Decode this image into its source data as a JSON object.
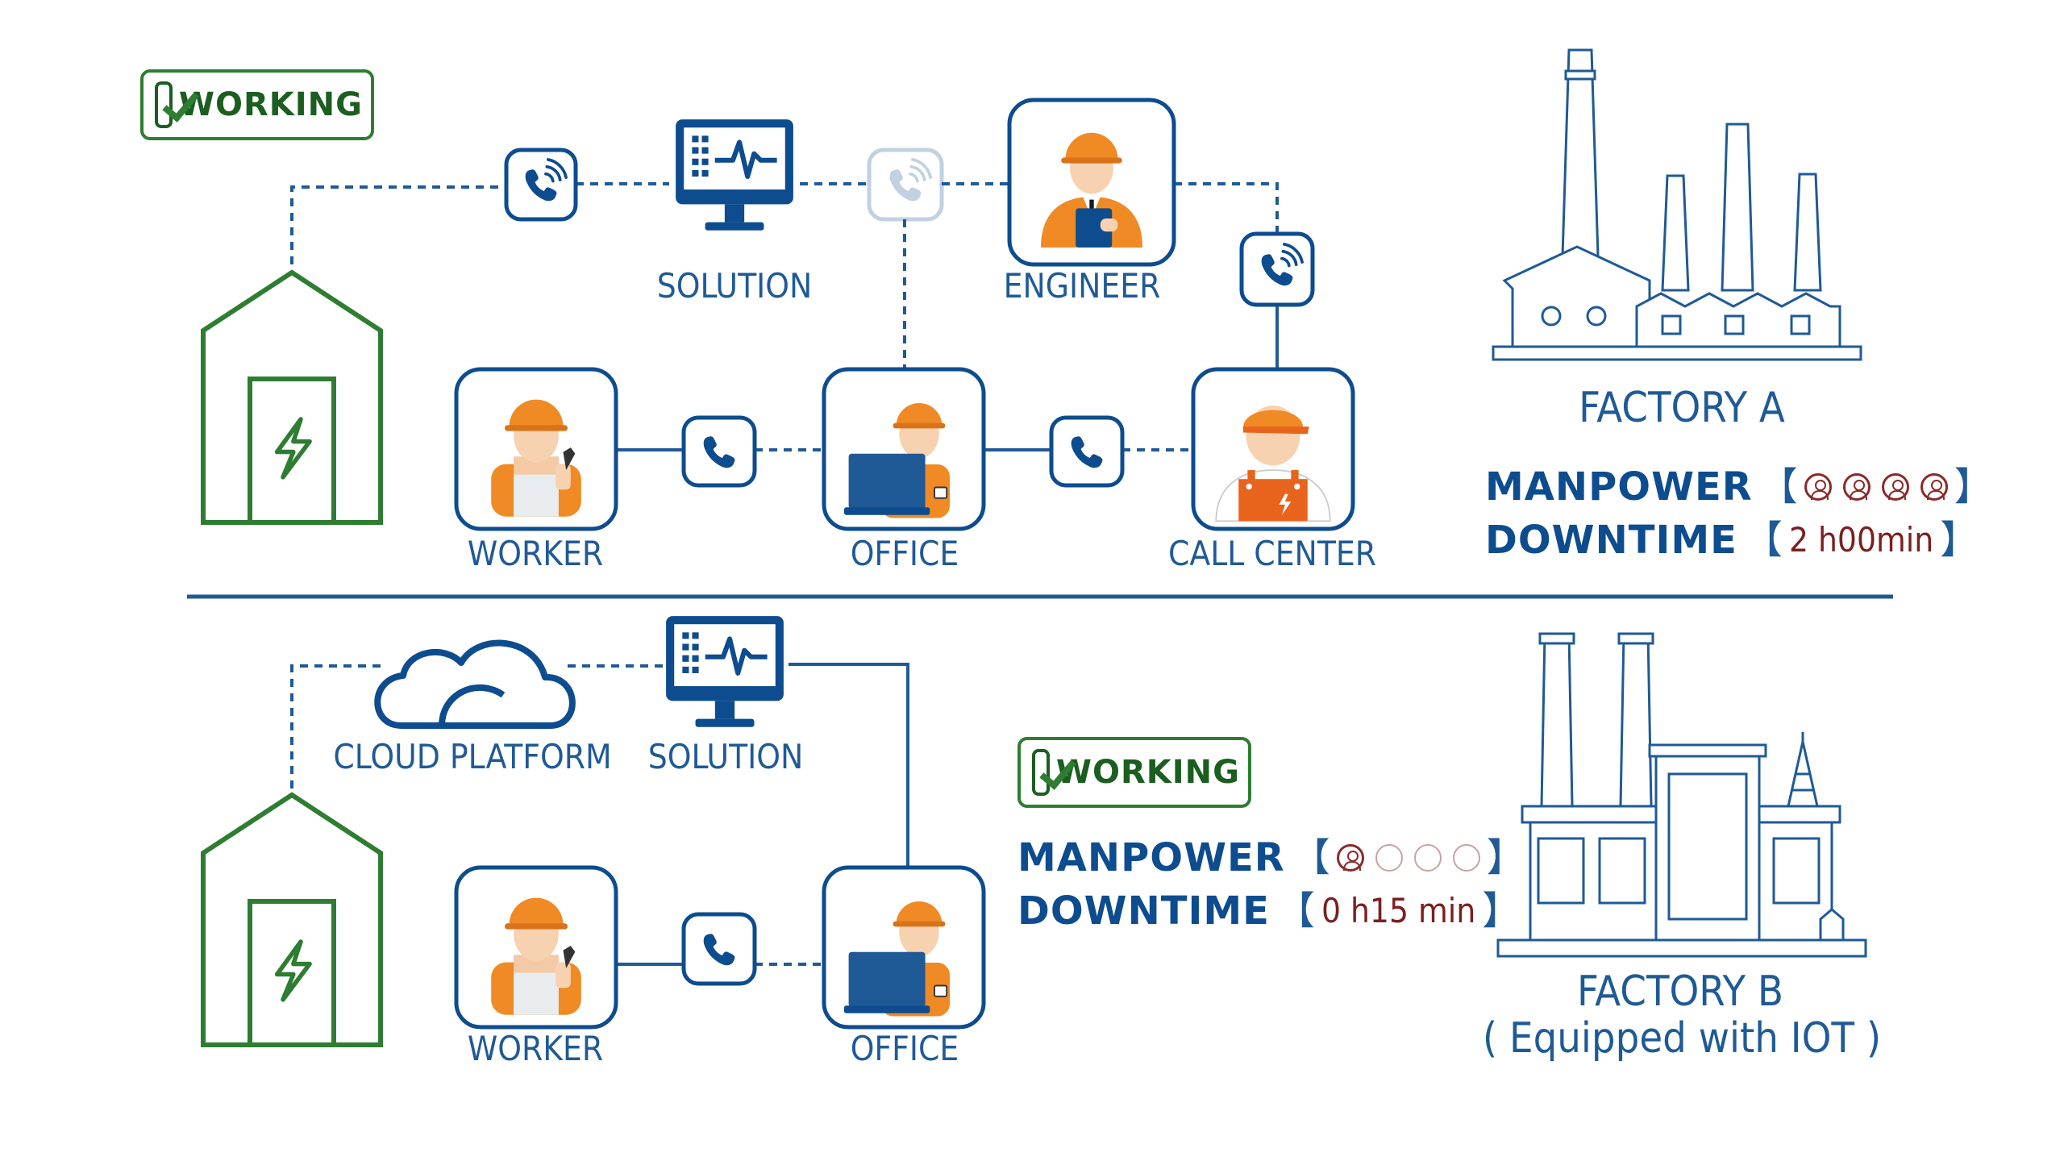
{
  "factory_a": {
    "status_badge": "WORKING",
    "nodes": {
      "solution": "SOLUTION",
      "engineer": "ENGINEER",
      "worker": "WORKER",
      "office": "OFFICE",
      "call_center": "CALL CENTER"
    },
    "title": "FACTORY A",
    "manpower_label": "MANPOWER",
    "manpower_count": 4,
    "manpower_total": 4,
    "downtime_label": "DOWNTIME",
    "downtime_value": "2 h00min"
  },
  "factory_b": {
    "status_badge": "WORKING",
    "nodes": {
      "cloud_platform": "CLOUD PLATFORM",
      "solution": "SOLUTION",
      "worker": "WORKER",
      "office": "OFFICE"
    },
    "title": "FACTORY B",
    "subtitle": "( Equipped with IOT )",
    "manpower_label": "MANPOWER",
    "manpower_count": 1,
    "manpower_total": 4,
    "downtime_label": "DOWNTIME",
    "downtime_value": "0 h15 min"
  },
  "colors": {
    "primary_blue": "#1f5a96",
    "dark_blue": "#0d4c8e",
    "green": "#2e7d32",
    "orange": "#f08a24",
    "dark_red": "#7c1f1f"
  },
  "icons": [
    "check-icon",
    "phone-icon",
    "monitor-icon",
    "worker-icon",
    "engineer-icon",
    "office-icon",
    "call-center-icon",
    "cloud-icon",
    "factory-icon",
    "power-station-icon"
  ]
}
